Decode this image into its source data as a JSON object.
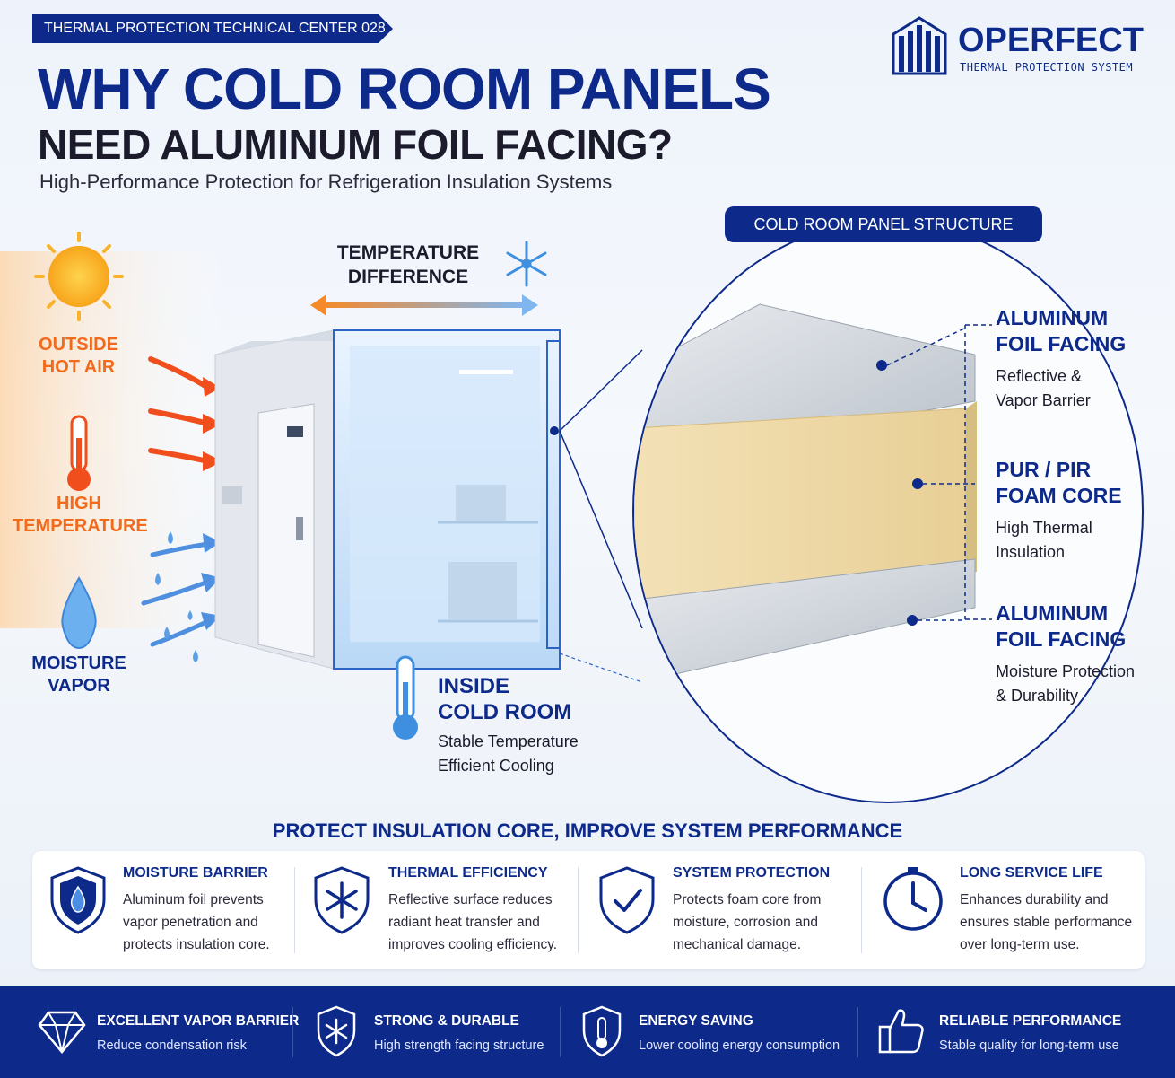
{
  "header": {
    "tag": "THERMAL PROTECTION TECHNICAL CENTER 028",
    "title": "WHY COLD ROOM PANELS",
    "title2": "NEED ALUMINUM FOIL FACING?",
    "subtitle": "High-Performance Protection for Refrigeration Insulation Systems"
  },
  "brand": {
    "name": "OPERFECT",
    "tagline": "THERMAL PROTECTION SYSTEM",
    "color": "#0d2a8a"
  },
  "outside": {
    "hot_air": [
      "OUTSIDE",
      "HOT AIR"
    ],
    "high_temp": [
      "HIGH",
      "TEMPERATURE"
    ],
    "moisture": [
      "MOISTURE",
      "VAPOR"
    ]
  },
  "diagram": {
    "temp_diff": [
      "TEMPERATURE",
      "DIFFERENCE"
    ],
    "inside_title": [
      "INSIDE",
      "COLD ROOM"
    ],
    "inside_desc": [
      "Stable Temperature",
      "Efficient Cooling"
    ]
  },
  "structure": {
    "title": "COLD ROOM PANEL STRUCTURE",
    "layers": [
      {
        "title": [
          "ALUMINUM",
          "FOIL FACING"
        ],
        "desc": [
          "Reflective &",
          "Vapor Barrier"
        ]
      },
      {
        "title": [
          "PUR / PIR",
          "FOAM CORE"
        ],
        "desc": [
          "High Thermal",
          "Insulation"
        ]
      },
      {
        "title": [
          "ALUMINUM",
          "FOIL FACING"
        ],
        "desc": [
          "Moisture Protection",
          "& Durability"
        ]
      }
    ]
  },
  "benefits": {
    "title": "PROTECT INSULATION CORE, IMPROVE SYSTEM PERFORMANCE",
    "cards": [
      {
        "icon": "shield-drop-icon",
        "title": "MOISTURE BARRIER",
        "lines": [
          "Aluminum foil prevents",
          "vapor penetration and",
          "protects insulation core."
        ]
      },
      {
        "icon": "shield-snowflake-icon",
        "title": "THERMAL EFFICIENCY",
        "lines": [
          "Reflective surface reduces",
          "radiant heat transfer and",
          "improves cooling efficiency."
        ]
      },
      {
        "icon": "shield-check-icon",
        "title": "SYSTEM PROTECTION",
        "lines": [
          "Protects foam core from",
          "moisture, corrosion and",
          "mechanical damage."
        ]
      },
      {
        "icon": "clock-icon",
        "title": "LONG SERVICE LIFE",
        "lines": [
          "Enhances durability and",
          "ensures stable performance",
          "over long-term use."
        ]
      }
    ]
  },
  "footer": [
    {
      "icon": "diamond-icon",
      "title": "EXCELLENT VAPOR BARRIER",
      "desc": "Reduce condensation risk"
    },
    {
      "icon": "shield-snowflake-icon",
      "title": "STRONG & DURABLE",
      "desc": "High strength facing structure"
    },
    {
      "icon": "shield-thermometer-icon",
      "title": "ENERGY SAVING",
      "desc": "Lower cooling energy consumption"
    },
    {
      "icon": "thumbs-up-icon",
      "title": "RELIABLE PERFORMANCE",
      "desc": "Stable quality for long-term use"
    }
  ]
}
